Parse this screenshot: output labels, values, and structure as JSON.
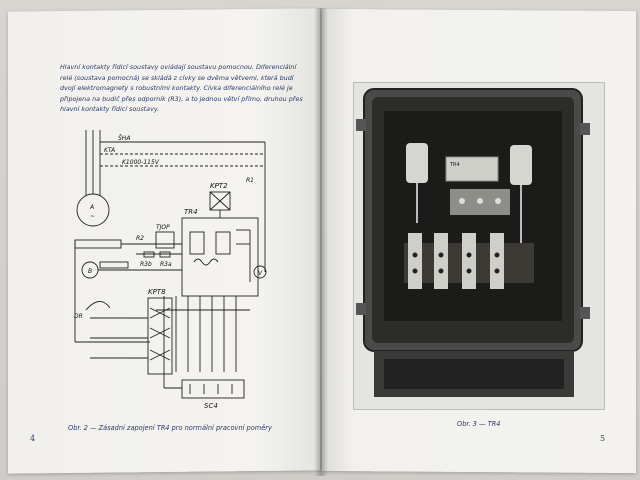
{
  "left_page": {
    "paragraph": "Hlavní kontakty řídicí soustavy ovládají soustavu pomocnou. Diferenciální relé (soustava pomocná) se skládá z cívky se dvěma větvemi, která budí dvojí elektromagnety s robustními kontakty. Cívka diferenciálního relé je připojena na budič přes odporník (R3), a to jednou větví přímo, druhou přes hlavní kontakty řídicí soustavy.",
    "caption": "Obr. 2 — Zásadní zapojení TR4 pro normální pracovní poměry",
    "page_number": "4",
    "diagram_labels": {
      "sha": "ŠHA",
      "kta": "KTA",
      "k1000": "K1000-115V",
      "r1": "R1",
      "kpt2": "KPT2",
      "tr4": "TR4",
      "tjop": "TJOP",
      "r2": "R2",
      "r3b": "R3b",
      "r3a": "R3a",
      "a": "A",
      "tilde": "~",
      "b": "B",
      "dr": "DR",
      "kpt8": "KPT8",
      "v": "V",
      "sc4": "SC4"
    }
  },
  "right_page": {
    "caption": "Obr. 3 — TR4",
    "page_number": "5",
    "device_label": "TR4"
  }
}
